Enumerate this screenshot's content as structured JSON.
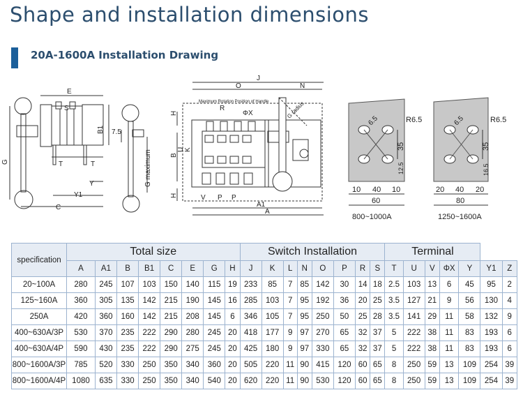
{
  "title": "Shape and installation dimensions",
  "subtitle": "20A-1600A Installation Drawing",
  "drawing": {
    "labels_left": {
      "E": "E",
      "S": "S",
      "B1": "B1",
      "G": "G",
      "T1": "T",
      "T2": "T",
      "Y": "Y",
      "Y1": "Y1",
      "C": "C",
      "d75": "7.5",
      "gmax": "G maximum"
    },
    "labels_mid": {
      "J": "J",
      "O": "O",
      "N": "N",
      "R": "R",
      "phiX": "ΦX",
      "rot": "Maximum Rotation Position of Handle",
      "grad": "G radius",
      "H1": "H",
      "B": "B",
      "U": "U",
      "K": "K",
      "H2": "H",
      "V": "V",
      "P1": "P",
      "P2": "P",
      "A1": "A1",
      "A": "A"
    },
    "plate1": {
      "r": "R6.5",
      "d65": "6.5",
      "d35": "35",
      "d125": "12.5",
      "w1": "10",
      "w2": "40",
      "w3": "10",
      "total": "60",
      "caption": "800~1000A"
    },
    "plate2": {
      "r": "R6.5",
      "d65": "6.5",
      "d35": "35",
      "d165": "16.5",
      "w1": "20",
      "w2": "40",
      "w3": "20",
      "total": "80",
      "caption": "1250~1600A"
    }
  },
  "table": {
    "spec_header": "specification",
    "groups": [
      {
        "label": "Total size",
        "span": 8
      },
      {
        "label": "Switch Installation",
        "span": 8
      },
      {
        "label": "Terminal",
        "span": 5
      }
    ],
    "columns": [
      "A",
      "A1",
      "B",
      "B1",
      "C",
      "E",
      "G",
      "H",
      "J",
      "K",
      "L",
      "N",
      "O",
      "P",
      "R",
      "S",
      "T",
      "U",
      "V",
      "ΦX",
      "Y",
      "Y1",
      "Z"
    ],
    "rows": [
      {
        "spec": "20~100A",
        "values": [
          "280",
          "245",
          "107",
          "103",
          "150",
          "140",
          "115",
          "19",
          "233",
          "85",
          "7",
          "85",
          "142",
          "30",
          "14",
          "18",
          "2.5",
          "103",
          "13",
          "6",
          "45",
          "95",
          "2"
        ]
      },
      {
        "spec": "125~160A",
        "values": [
          "360",
          "305",
          "135",
          "142",
          "215",
          "190",
          "145",
          "16",
          "285",
          "103",
          "7",
          "95",
          "192",
          "36",
          "20",
          "25",
          "3.5",
          "127",
          "21",
          "9",
          "56",
          "130",
          "4"
        ]
      },
      {
        "spec": "250A",
        "values": [
          "420",
          "360",
          "160",
          "142",
          "215",
          "208",
          "145",
          "6",
          "346",
          "105",
          "7",
          "95",
          "250",
          "50",
          "25",
          "28",
          "3.5",
          "141",
          "29",
          "11",
          "58",
          "132",
          "9"
        ]
      },
      {
        "spec": "400~630A/3P",
        "values": [
          "530",
          "370",
          "235",
          "222",
          "290",
          "280",
          "245",
          "20",
          "418",
          "177",
          "9",
          "97",
          "270",
          "65",
          "32",
          "37",
          "5",
          "222",
          "38",
          "11",
          "83",
          "193",
          "6"
        ]
      },
      {
        "spec": "400~630A/4P",
        "values": [
          "590",
          "430",
          "235",
          "222",
          "290",
          "275",
          "245",
          "20",
          "425",
          "180",
          "9",
          "97",
          "330",
          "65",
          "32",
          "37",
          "5",
          "222",
          "38",
          "11",
          "83",
          "193",
          "6"
        ]
      },
      {
        "spec": "800~1600A/3P",
        "values": [
          "785",
          "520",
          "330",
          "250",
          "350",
          "340",
          "360",
          "20",
          "505",
          "220",
          "11",
          "90",
          "415",
          "120",
          "60",
          "65",
          "8",
          "250",
          "59",
          "13",
          "109",
          "254",
          "39"
        ]
      },
      {
        "spec": "800~1600A/4P",
        "values": [
          "1080",
          "635",
          "330",
          "250",
          "350",
          "340",
          "540",
          "20",
          "620",
          "220",
          "11",
          "90",
          "530",
          "120",
          "60",
          "65",
          "8",
          "250",
          "59",
          "13",
          "109",
          "254",
          "39"
        ]
      }
    ]
  }
}
